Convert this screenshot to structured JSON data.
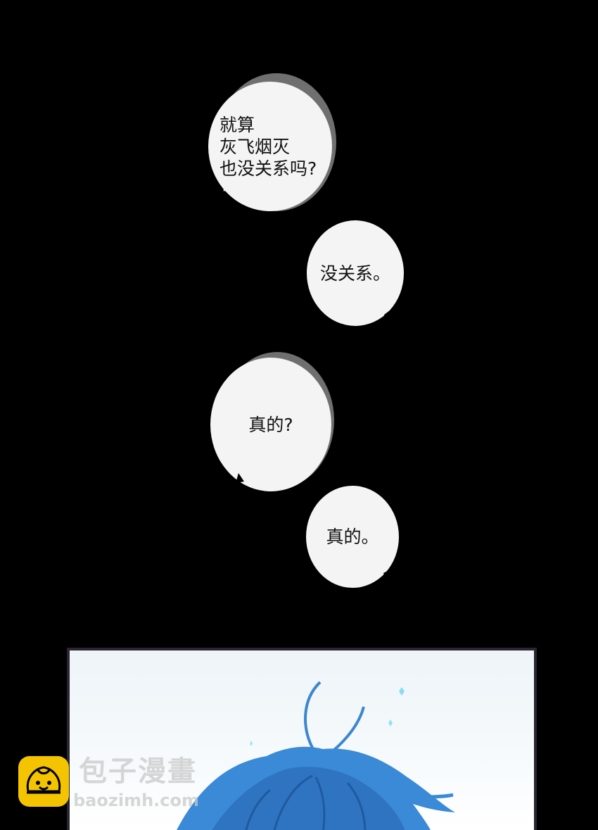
{
  "dialogue": [
    {
      "id": "b1",
      "text": "就算\n灰飞烟灭\n也没关系吗?"
    },
    {
      "id": "b2",
      "text": "没关系。"
    },
    {
      "id": "b3",
      "text": "真的?"
    },
    {
      "id": "b4",
      "text": "真的。"
    }
  ],
  "watermark": {
    "title": "包子漫畫",
    "url": "baozimh.com",
    "logo_color": "#f5c400"
  },
  "colors": {
    "background": "#000000",
    "bubble": "#f4f4f4",
    "hair": "#3a8ad8"
  }
}
